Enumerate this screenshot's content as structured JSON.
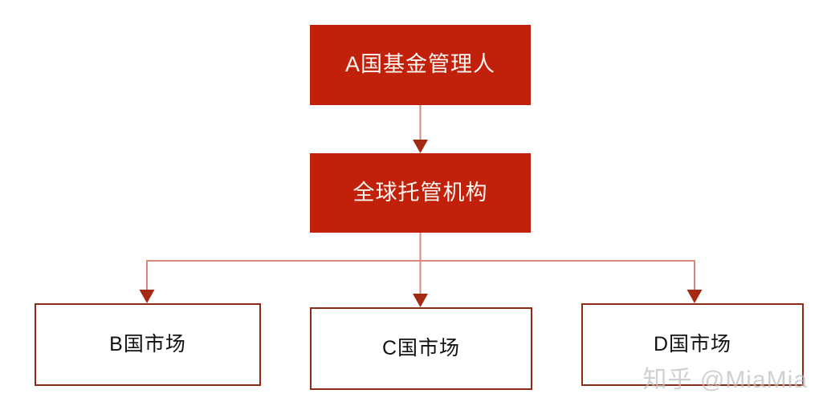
{
  "diagram": {
    "title": "Global fund custody structure flowchart",
    "colors": {
      "node_fill_red": "#C1200B",
      "node_fill_text": "#FDF7F2",
      "node_outline_border": "#8E2A18",
      "node_outline_text": "#111111",
      "connector_line": "#D98880",
      "connector_arrowhead": "#A52A12",
      "background": "#FFFFFF",
      "watermark": "#BFBFBF"
    },
    "nodes": [
      {
        "id": "fund-manager",
        "label": "A国基金管理人",
        "style": "filled"
      },
      {
        "id": "global-custody",
        "label": "全球托管机构",
        "style": "filled"
      },
      {
        "id": "market-b",
        "label": "B国市场",
        "style": "outlined"
      },
      {
        "id": "market-c",
        "label": "C国市场",
        "style": "outlined"
      },
      {
        "id": "market-d",
        "label": "D国市场",
        "style": "outlined"
      }
    ],
    "connectors": [
      {
        "id": "fund-manager-to-global-custody",
        "from": "fund-manager",
        "to": "market-placeholder-none",
        "kind": "straight-down-arrow"
      },
      {
        "id": "global-custody-to-market-b",
        "from": "global-custody",
        "to": "market-b",
        "kind": "elbow-left-arrow"
      },
      {
        "id": "global-custody-to-market-c",
        "from": "global-custody",
        "to": "market-c",
        "kind": "straight-down-arrow"
      },
      {
        "id": "global-custody-to-market-d",
        "from": "global-custody",
        "to": "market-d",
        "kind": "elbow-right-arrow"
      }
    ]
  },
  "watermark": {
    "text": "知乎 @MiaMia"
  }
}
